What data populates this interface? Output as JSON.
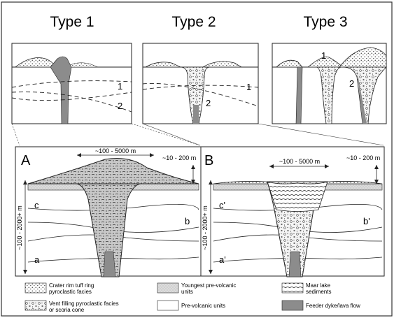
{
  "types": [
    {
      "title": "Type 1",
      "labels": [
        "1",
        "2"
      ]
    },
    {
      "title": "Type 2",
      "labels": [
        "1",
        "2"
      ]
    },
    {
      "title": "Type 3",
      "labels": [
        "1",
        "2"
      ]
    }
  ],
  "panel_a": {
    "letter": "A",
    "width_label": "~100 - 5000 m",
    "height_label": "~10 - 200 m",
    "depth_label": "~100 - 2000+ m",
    "layer_labels": {
      "c": "c",
      "b": "b",
      "a": "a"
    }
  },
  "panel_b": {
    "letter": "B",
    "width_label": "~100 - 5000 m",
    "height_label": "~10 - 200 m",
    "depth_label": "~100 - 2000+ m",
    "layer_labels": {
      "c": "c'",
      "b": "b'",
      "a": "a'"
    }
  },
  "legend": [
    {
      "id": "crater-rim",
      "text": [
        "Crater rim tuff ring",
        "pyroclastic facies"
      ]
    },
    {
      "id": "vent-filling",
      "text": [
        "Vent filling pyroclastic facies",
        "or scoria cone"
      ]
    },
    {
      "id": "youngest-prevolcanic",
      "text": [
        "Youngest pre-volcanic",
        "units"
      ]
    },
    {
      "id": "prevolcanic",
      "text": [
        "Pre-volcanic units"
      ]
    },
    {
      "id": "maar-lake",
      "text": [
        "Maar lake",
        "sediments"
      ]
    },
    {
      "id": "feeder-dyke",
      "text": [
        "Feeder dyke/lava flow"
      ]
    }
  ],
  "colors": {
    "feeder": "#8c8c8c",
    "light_grey": "#c8c8c8",
    "stipple": "#d9d9d9",
    "line": "#222222"
  }
}
